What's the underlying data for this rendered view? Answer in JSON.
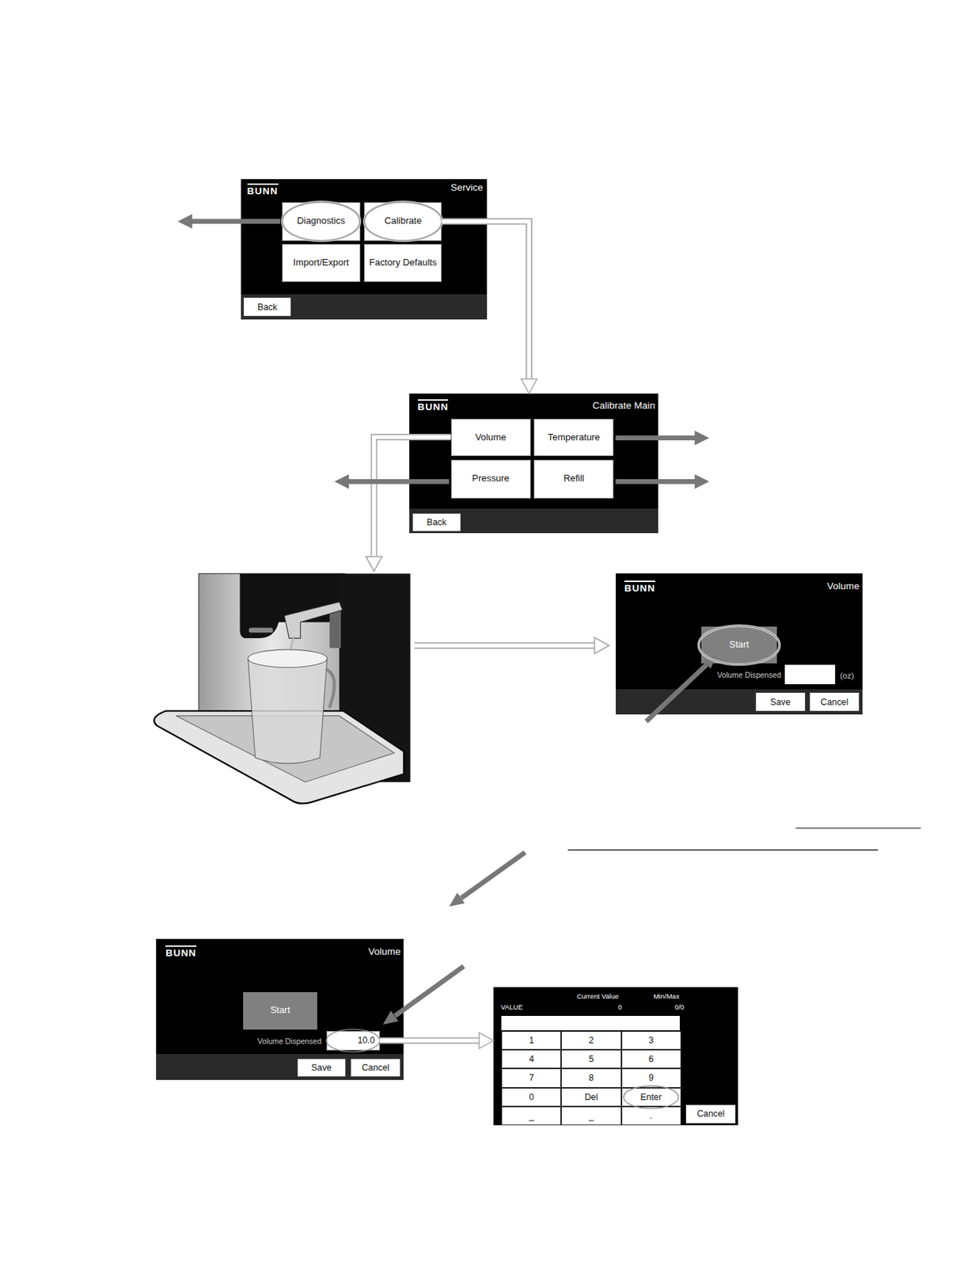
{
  "diagram": {
    "nodes": [
      {
        "text": [
          "BUNN",
          "Service"
        ]
      },
      {
        "text": [
          "Diagnostics"
        ],
        "in": 0
      },
      {
        "text": [
          "Calibrate"
        ],
        "in": 0
      },
      {
        "text": [
          "Import/Export"
        ],
        "in": 0
      },
      {
        "text": [
          "Factory Defaults"
        ],
        "in": 0
      },
      {
        "text": [
          "Back"
        ],
        "in": 0
      },
      {
        "text": [
          "BUNN",
          "Calibrate Main"
        ]
      },
      {
        "text": [
          "Volume"
        ],
        "in": 6
      },
      {
        "text": [
          "Temperature"
        ],
        "in": 6
      },
      {
        "text": [
          "Pressure"
        ],
        "in": 6
      },
      {
        "text": [
          "Refill"
        ],
        "in": 6
      },
      {
        "text": [
          "Back"
        ],
        "in": 6
      },
      {
        "text": [
          "BUNN",
          "Volume",
          "Volume Dispensed",
          "(oz)"
        ]
      },
      {
        "text": [
          "Start"
        ],
        "in": 12
      },
      {
        "text": [
          "Save"
        ],
        "in": 12
      },
      {
        "text": [
          "Cancel"
        ],
        "in": 12
      },
      {
        "text": [
          "BUNN",
          "Volume",
          "Volume Dispensed"
        ]
      },
      {
        "text": [
          "Start"
        ],
        "in": 16
      },
      {
        "text": [
          "10.0"
        ],
        "in": 16
      },
      {
        "text": [
          "Save"
        ],
        "in": 16
      },
      {
        "text": [
          "Cancel"
        ],
        "in": 16
      },
      {
        "text": [
          "Current Value",
          "Min/Max",
          "VALUE",
          "0",
          "0/0"
        ]
      },
      {
        "text": [
          "1"
        ],
        "in": 21
      },
      {
        "text": [
          "2"
        ],
        "in": 21
      },
      {
        "text": [
          "3"
        ],
        "in": 21
      },
      {
        "text": [
          "4"
        ],
        "in": 21
      },
      {
        "text": [
          "5"
        ],
        "in": 21
      },
      {
        "text": [
          "6"
        ],
        "in": 21
      },
      {
        "text": [
          "7"
        ],
        "in": 21
      },
      {
        "text": [
          "8"
        ],
        "in": 21
      },
      {
        "text": [
          "9"
        ],
        "in": 21
      },
      {
        "text": [
          "0"
        ],
        "in": 21
      },
      {
        "text": [
          "Del"
        ],
        "in": 21
      },
      {
        "text": [
          "Enter"
        ],
        "in": 21
      },
      {
        "text": [
          "_"
        ],
        "in": 21
      },
      {
        "text": [
          "_"
        ],
        "in": 21
      },
      {
        "text": [
          "."
        ],
        "in": 21
      },
      {
        "text": [
          "Cancel"
        ],
        "in": 21
      }
    ],
    "edges": [
      {
        "from": 2,
        "to": 6,
        "arrow": "to"
      },
      {
        "from": 18,
        "to": 21,
        "arrow": "to"
      }
    ]
  }
}
